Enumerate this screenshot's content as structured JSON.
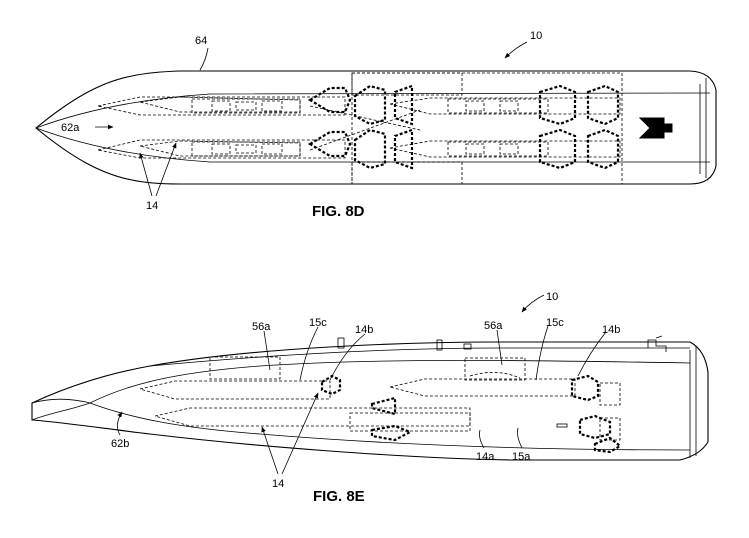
{
  "figures": [
    {
      "caption": "FIG. 8D",
      "labels": {
        "ref_10": "10",
        "ref_64": "64",
        "ref_62a": "62a",
        "ref_14": "14"
      }
    },
    {
      "caption": "FIG. 8E",
      "labels": {
        "ref_10": "10",
        "ref_56a_left": "56a",
        "ref_15c_left": "15c",
        "ref_14b_left": "14b",
        "ref_56a_right": "56a",
        "ref_15c_right": "15c",
        "ref_14b_right": "14b",
        "ref_62b": "62b",
        "ref_14": "14",
        "ref_14a": "14a",
        "ref_15a": "15a"
      }
    }
  ]
}
